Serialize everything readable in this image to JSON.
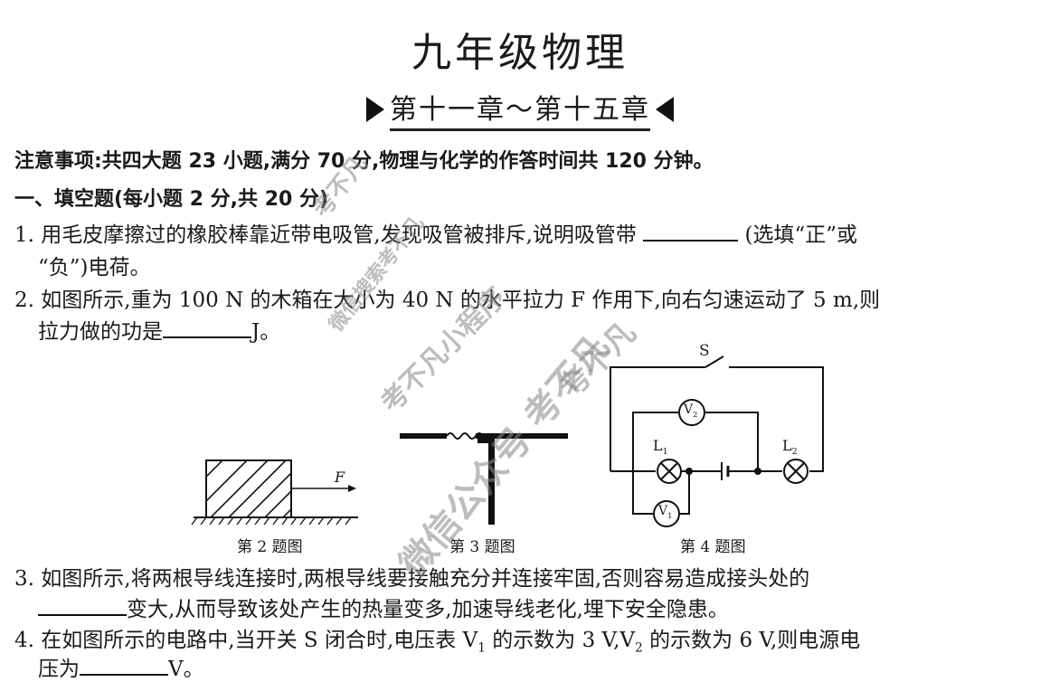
{
  "header": {
    "title": "九年级物理",
    "subtitle": "第十一章～第十五章"
  },
  "notice": "注意事项:共四大题 23 小题,满分 70 分,物理与化学的作答时间共 120 分钟。",
  "section1": {
    "heading": "一、填空题(每小题 2 分,共 20 分)"
  },
  "questions": [
    {
      "number": "1.",
      "line1_before": "用毛皮摩擦过的橡胶棒靠近带电吸管,发现吸管被排斥,说明吸管带",
      "line1_after": "(选填“正”或",
      "line2": "“负”)电荷。"
    },
    {
      "number": "2.",
      "line1": "如图所示,重为 100 N 的木箱在大小为 40 N 的水平拉力 F 作用下,向右匀速运动了 5 m,则",
      "line2_before": "拉力做的功是",
      "line2_after": "J。"
    },
    {
      "number": "3.",
      "line1": "如图所示,将两根导线连接时,两根导线要接触充分并连接牢固,否则容易造成接头处的",
      "line2_after": "变大,从而导致该处产生的热量变多,加速导线老化,埋下安全隐患。"
    },
    {
      "number": "4.",
      "line1_a": "在如图所示的电路中,当开关 S 闭合时,电压表 V",
      "line1_sub1": "1",
      "line1_b": " 的示数为 3 V,V",
      "line1_sub2": "2",
      "line1_c": " 的示数为 6 V,则电源电",
      "line2_before": "压为",
      "line2_after": "V。"
    }
  ],
  "figures": {
    "fig2": {
      "caption": "第 2 题图",
      "force_label": "F"
    },
    "fig3": {
      "caption": "第 3 题图"
    },
    "fig4": {
      "caption": "第 4 题图",
      "switch_label": "S",
      "lamp1": "L",
      "lamp1_sub": "1",
      "lamp2": "L",
      "lamp2_sub": "2",
      "voltmeter1": "V",
      "voltmeter1_sub": "1",
      "voltmeter2": "V",
      "voltmeter2_sub": "2"
    }
  },
  "watermarks": [
    "考不凡",
    "微信搜索考不凡",
    "考不凡小程序",
    "考不凡",
    "微信公众号 考不凡"
  ]
}
